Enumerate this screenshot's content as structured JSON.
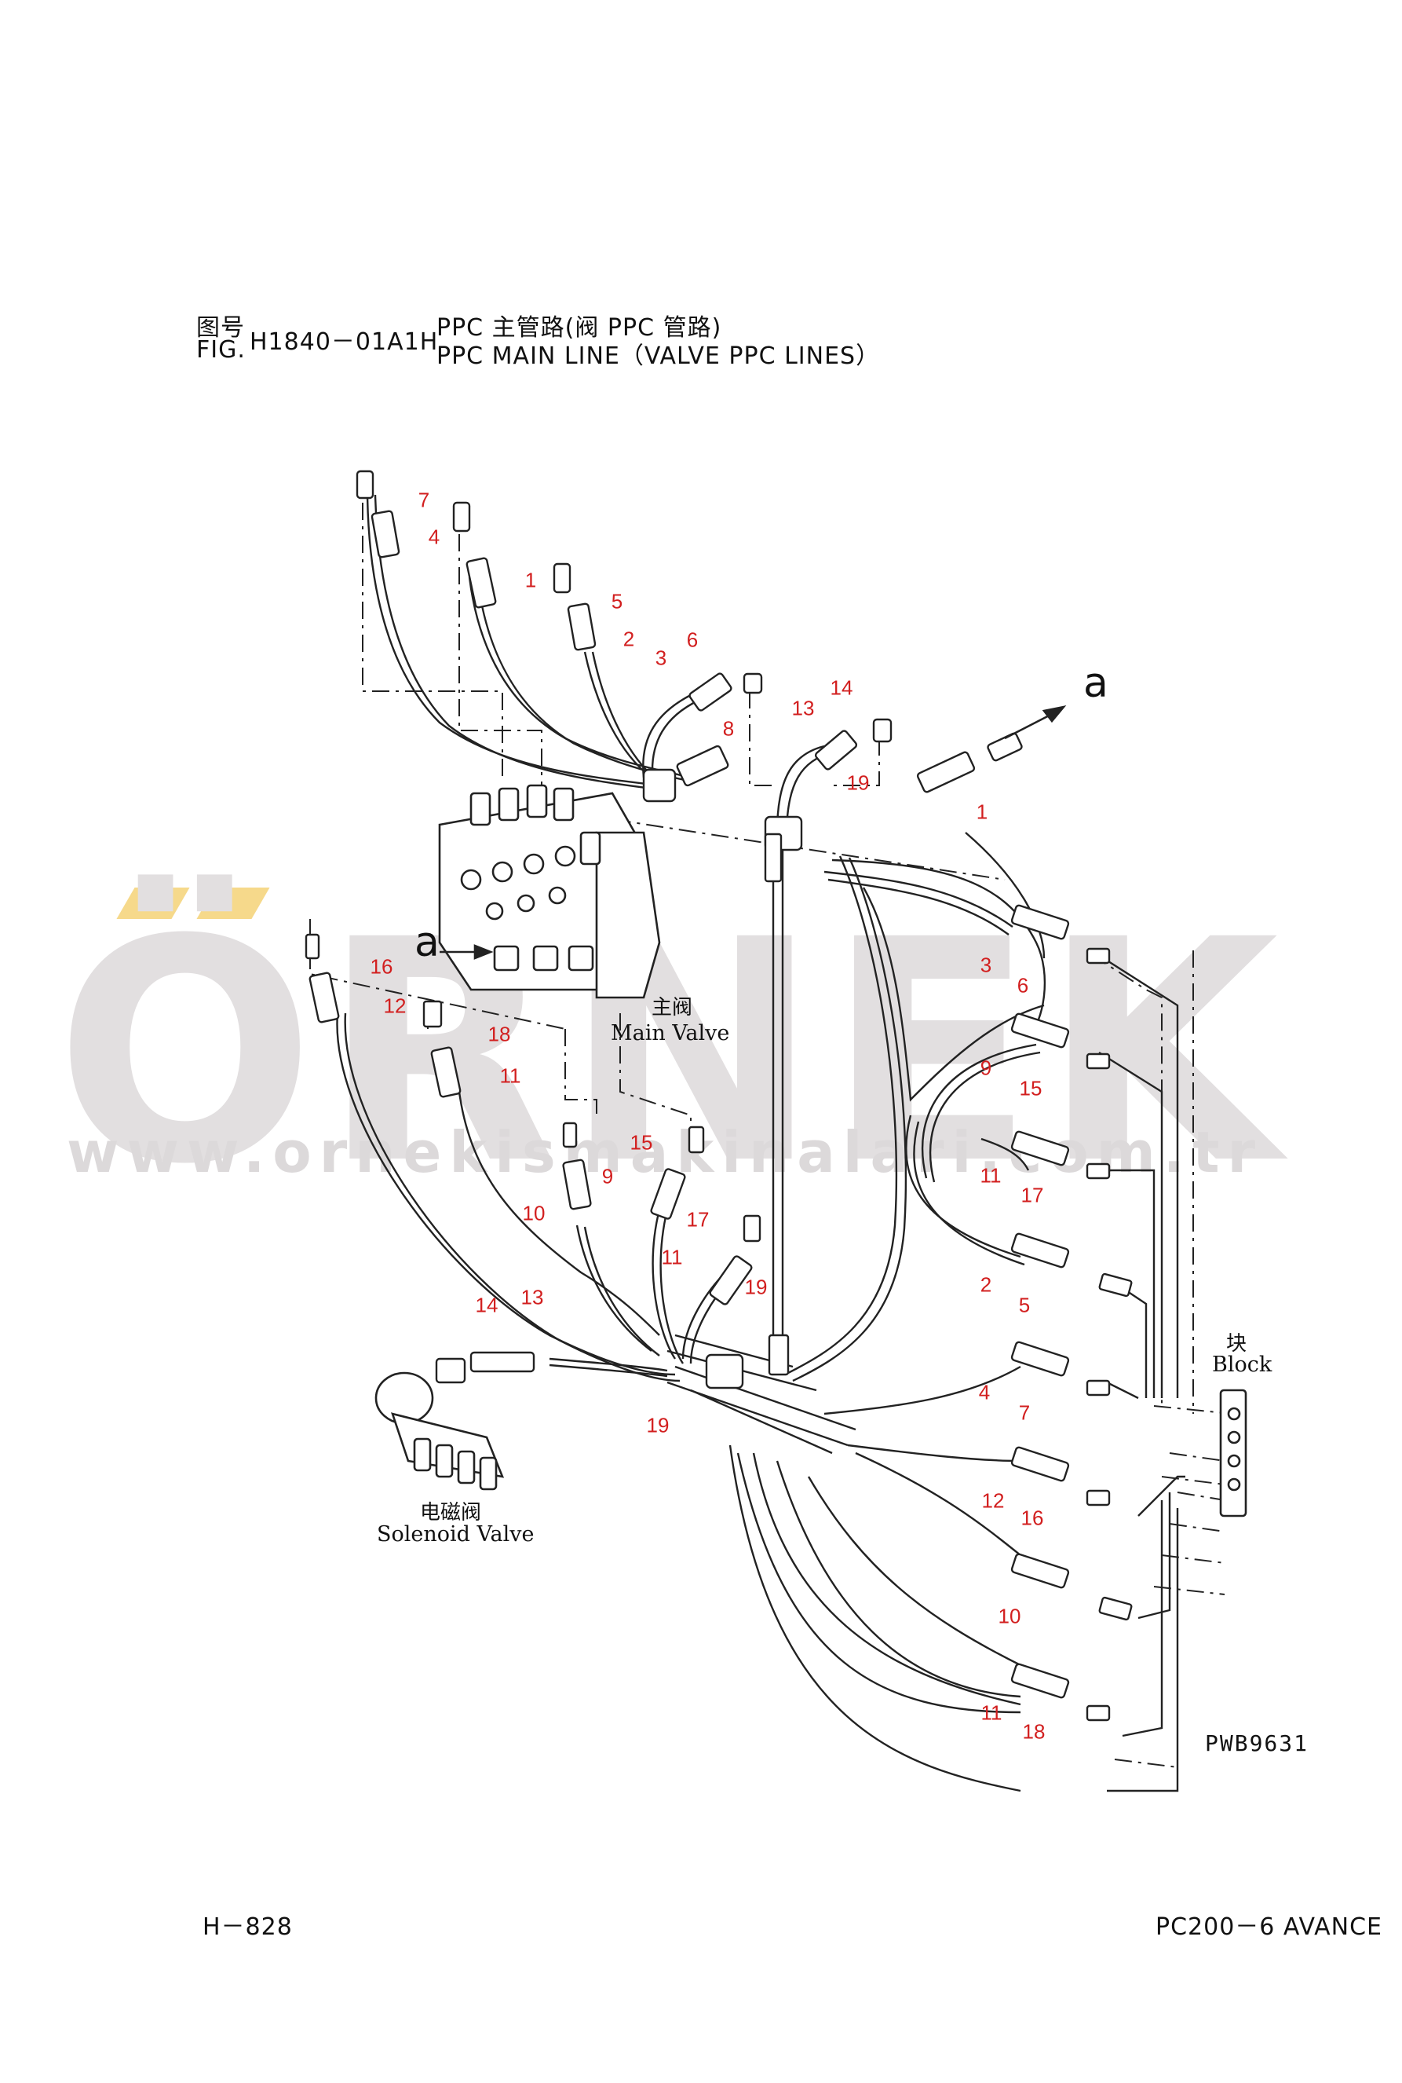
{
  "header": {
    "fig_cn": "图号",
    "fig_en": "FIG.",
    "fig_number": "H1840－01A1H",
    "title_cn": "PPC 主管路(阀 PPC 管路)",
    "title_en": "PPC MAIN LINE（VALVE PPC LINES）"
  },
  "watermark": {
    "word": "ÖRNEK",
    "url": "www.ornekismakinalari.com.tr"
  },
  "diagram": {
    "callout_a": "a",
    "main_valve_cn": "主阀",
    "main_valve_en": "Main Valve",
    "block_cn": "块",
    "block_en": "Block",
    "solenoid_cn": "电磁阀",
    "solenoid_en": "Solenoid Valve",
    "drawing_code": "PWB9631",
    "part_labels": [
      "7",
      "4",
      "1",
      "5",
      "2",
      "3",
      "6",
      "8",
      "13",
      "14",
      "19",
      "1",
      "3",
      "6",
      "16",
      "12",
      "18",
      "11",
      "9",
      "15",
      "11",
      "17",
      "10",
      "15",
      "9",
      "17",
      "11",
      "19",
      "2",
      "5",
      "14",
      "13",
      "4",
      "7",
      "19",
      "12",
      "16",
      "10",
      "11",
      "18"
    ]
  },
  "footer": {
    "page": "H－828",
    "model": "PC200－6 AVANCE"
  },
  "colors": {
    "labels": "#d21f1f",
    "lines": "#222222",
    "watermark": "#e2dfe0",
    "watermark_accent": "#f6d98b"
  }
}
